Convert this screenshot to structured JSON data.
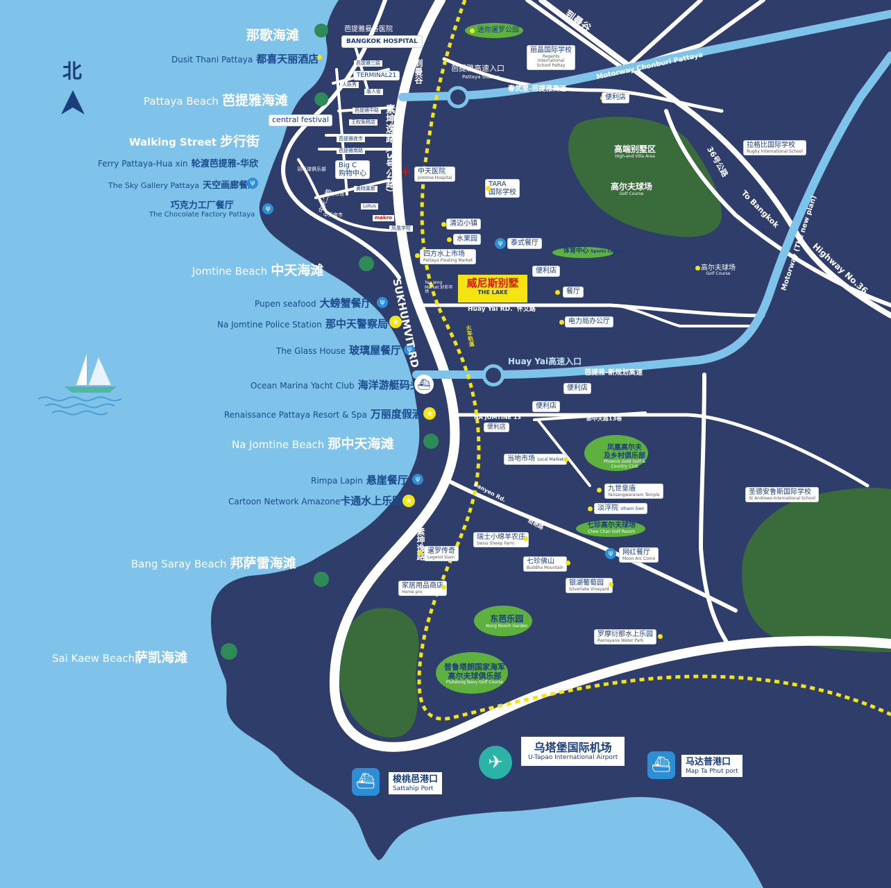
{
  "compass": {
    "label": "北"
  },
  "west_pois": {
    "dusit_en": "Dusit Thani Pattaya",
    "dusit_zh": "都喜天丽酒店",
    "ferry_en": "Ferry  Pattaya-Hua xin",
    "ferry_zh": "轮渡芭提雅-华欣",
    "sky_en": "The Sky Gallery Pattaya",
    "sky_zh": "天空画廊餐厅",
    "choc_zh": "巧克力工厂餐厅",
    "choc_en": "The Chocolate Factory Pattaya",
    "pupen_en": "Pupen seafood",
    "pupen_zh": "大螃蟹餐厅",
    "police_en": "Na Jomtine Police Station",
    "police_zh": "那中天警察局",
    "glass_en": "The Glass House",
    "glass_zh": "玻璃屋餐厅",
    "marina_en": "Ocean Marina Yacht Club",
    "marina_zh": "海洋游艇码头",
    "renaissance_en": "Renaissance Pattaya Resort & Spa",
    "renaissance_zh": "万丽度假酒店",
    "rimpa_en": "Rimpa Lapin",
    "rimpa_zh": "悬崖餐厅",
    "cartoon_en": "Cartoon Network Amazone",
    "cartoon_zh": "卡通水上乐园"
  },
  "beaches": {
    "naklua_zh": "那歌海滩",
    "pattaya_en": "Pattaya Beach",
    "pattaya_zh": "芭提雅海滩",
    "walking_en": "Walking  Street",
    "walking_zh": "步行街",
    "jomtien_en": "Jomtine  Beach",
    "jomtien_zh": "中天海滩",
    "najomtien_en": "Na Jomtine Beach",
    "najomtien_zh": "那中天海滩",
    "bangsaray_en": "Bang Saray Beach",
    "bangsaray_zh": "邦萨雷海滩",
    "saikaew_en": "Sai Kaew Beach",
    "saikaew_zh": "萨凯海滩"
  },
  "city": {
    "bangkok_hosp_zh": "芭提雅曼谷医院",
    "bangkok_hosp_en": "BANGKOK HOSPITAL",
    "terminal21": "TERMINAL21",
    "renyaojie": "人妖秀",
    "ladyboy": "唐人街",
    "pattaya2": "芭提雅中路",
    "pattaya_south": "芭提雅南路",
    "kingpower": "王权免税店",
    "nightmkt": "芭提雅夜市",
    "central": "central festival",
    "bigc_en": "Big C",
    "bigc_zh": "购物中心",
    "outlets": "奥特莱斯",
    "lotus": "Lotus",
    "makro": "makro",
    "jomtien_hosp": "中天医院",
    "jomtien_hosp_en": "Jomtine Hospital",
    "water_mkt": "水果市场",
    "thai_dist": "中天夜市",
    "feather": "羽毛球俱乐部",
    "phoenix": "凤凰学校",
    "jomtien_2": "中天二路",
    "pattaya_3": "芭提雅三路"
  },
  "east": {
    "mini_siam": "迷你暹罗公园",
    "regents_zh": "丽晶国际学校",
    "regents_en": "Regents International School Pattay",
    "pattaya_station_zh": "芭提雅高速入口",
    "pattaya_station_en": "Pattaya Station",
    "seven1": "便利店",
    "villa_zh": "高端别墅区",
    "villa_en": "High-end Villa Area",
    "golf1_zh": "高尔夫球场",
    "golf1_en": "Golf Course",
    "rugby_zh": "拉格比国际学校",
    "rugby_en": "Rugby International School",
    "tara_en": "TARA",
    "tara_zh": "国际学校",
    "chiangmai": "清迈小镇",
    "fruit": "水果园",
    "thai_rest": "泰式餐厅",
    "sports_zh": "体育中心",
    "sports_en": "Sports Center",
    "floating_zh": "四方水上市场",
    "floating_en": "Pattaya Floating Market",
    "seven2": "便利店",
    "golf2_zh": "高尔夫球场",
    "golf2_en": "Golf Course",
    "lake_zh": "威尼斯别墅",
    "lake_en": "THE LAKE",
    "restaurant": "餐厅",
    "market_small": "Yaa Jeng Market 好彩市场",
    "power": "电力局办公厅",
    "huayyai_rd_en": "Huay Yai RD.",
    "huayyai_rd_zh": "怀艾路",
    "huayyai_exit": "Huay Yai高速入口",
    "new_hwy": "芭提雅-新规划高速",
    "seven3": "便利店",
    "seven4": "便利店",
    "najomtien13": "NA JOMTINE 13",
    "najomtien13_zh": "那中天路13巷",
    "lotus2_zh": "便利店",
    "phoenix_golf_zh1": "凤凰高尔夫",
    "phoenix_golf_zh2": "及乡村俱乐部",
    "phoenix_golf_en": "Phoenix Gold Golf & Country Club",
    "local_mkt_zh": "当地市场",
    "local_mkt_en": "Local Market",
    "temple_zh": "九世皇庙",
    "temple_en": "Yansangwararam Temple",
    "viharn_zh": "淡浮院",
    "viharn_en": "Viharn Sien",
    "cheechan_zh": "七珍高尔夫球场",
    "cheechan_en": "Chee Chan Golf Resort",
    "swiss_zh": "瑞士小绵羊农庄",
    "swiss_en": "Swiss Sheep Farm",
    "legend_zh": "暹罗传奇",
    "legend_en": "Legend Siam",
    "buddha_zh": "七珍佛山",
    "buddha_en": "Buddha Mountain",
    "moonarc_zh": "网红餐厅",
    "moonarc_en": "Moon Arc Como",
    "silverlake_zh": "银湖葡萄园",
    "silverlake_en": "Silverlake Vineyard",
    "homepro_zh": "家居用品商店",
    "homepro_en": "Home pro",
    "nongnooch_zh": "东芭乐园",
    "nongnooch_en": "Nong Nooch Garden",
    "ramayana_zh": "罗摩衍那水上乐园",
    "ramayana_en": "Ramayana Water Park",
    "navy_zh1": "普鲁塔朗国家海军",
    "navy_zh2": "高尔夫球俱乐部",
    "navy_en": "Plutalung Navy Golf Course",
    "standrews_zh": "圣德安鲁斯国际学校",
    "standrews_en": "St Andrews International School",
    "banyen_en": "Banyen Rd.",
    "banyen_zh": "班艳路",
    "train": "火车轨道"
  },
  "roads": {
    "to_bkk": "到曼谷",
    "chonburi": "Motorway Chonburi Pattaya",
    "chonburi_zh": "春武里-芭提雅高速",
    "r36_zh": "36号公路",
    "to_bangkok_en": "To Bangkok",
    "newplan": "Motorway (The new plan)",
    "hwy36": "Highway No.36",
    "sukhumvit_zh": "素坤逸路（3号公路）",
    "sukhumvit_en": "SUKHUMVIT RD",
    "sukhumvit_zh2": "素坤逸路",
    "to_bkk2": "到曼谷"
  },
  "ports": {
    "sattahip_zh": "梭桃邑港口",
    "sattahip_en": "Sattahip Port",
    "utapao_zh": "乌塔堡国际机场",
    "utapao_en": "U-Tapao International Airport",
    "maptaphut_zh": "马达普港口",
    "maptaphut_en": "Map Ta Phut port"
  }
}
